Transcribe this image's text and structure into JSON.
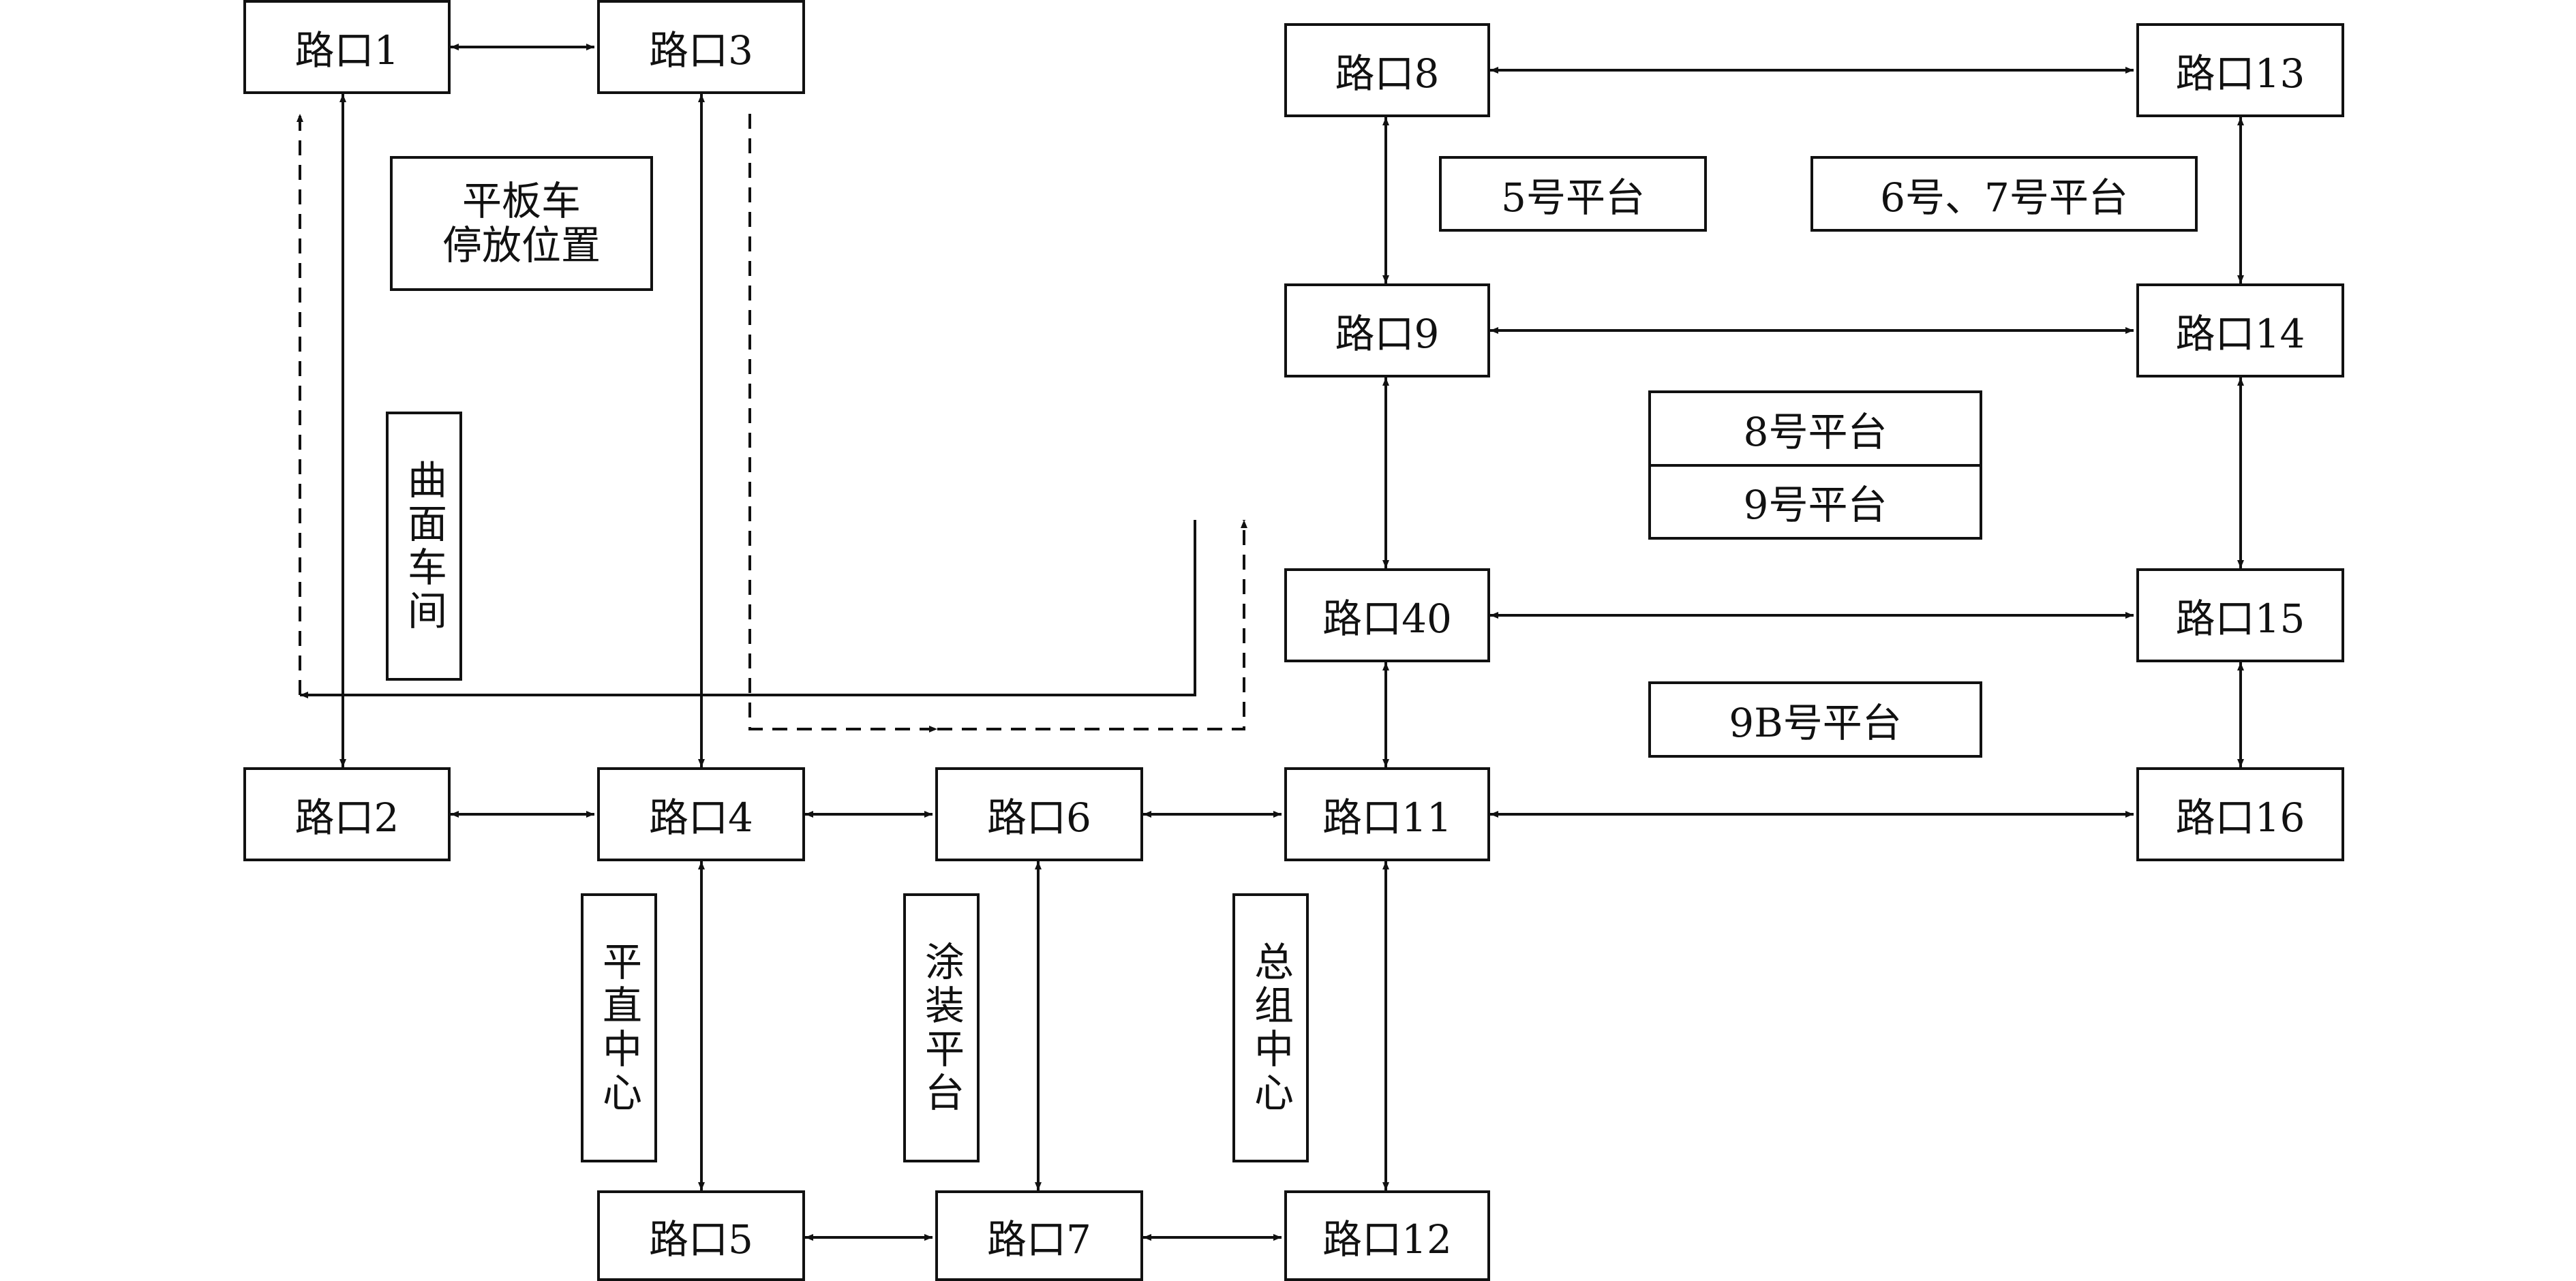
{
  "nodes": {
    "n1": "路口1",
    "n2": "路口2",
    "n3": "路口3",
    "n4": "路口4",
    "n5": "路口5",
    "n6": "路口6",
    "n7": "路口7",
    "n8": "路口8",
    "n9": "路口9",
    "n40": "路口40",
    "n11": "路口11",
    "n12": "路口12",
    "n13": "路口13",
    "n14": "路口14",
    "n15": "路口15",
    "n16": "路口16"
  },
  "zones": {
    "flatcar_line1": "平板车",
    "flatcar_line2": "停放位置",
    "curved_workshop": "曲面车间",
    "flat_center": "平直中心",
    "coating_platform": "涂装平台",
    "assembly_center": "总组中心",
    "platform5": "5号平台",
    "platform67": "6号、7号平台",
    "platform8": "8号平台",
    "platform9": "9号平台",
    "platform9b": "9B号平台"
  }
}
